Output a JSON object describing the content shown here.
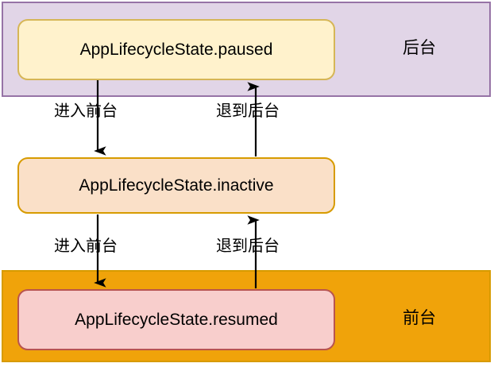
{
  "diagram": {
    "type": "state-transition-diagram",
    "lanes": [
      {
        "id": "background",
        "label": "后台",
        "fill": "#e1d5e7",
        "stroke": "#9673a6"
      },
      {
        "id": "foreground",
        "label": "前台",
        "fill": "#f0a30a",
        "stroke": "#d79b00"
      }
    ],
    "states": [
      {
        "id": "paused",
        "label": "AppLifecycleState.paused",
        "fill": "#fff2cc",
        "stroke": "#d6b656",
        "lane": "background"
      },
      {
        "id": "inactive",
        "label": "AppLifecycleState.inactive",
        "fill": "#fae0c8",
        "stroke": "#d79b00",
        "lane": "none"
      },
      {
        "id": "resumed",
        "label": "AppLifecycleState.resumed",
        "fill": "#f8cecc",
        "stroke": "#b85450",
        "lane": "foreground"
      }
    ],
    "transitions": [
      {
        "id": "paused-to-inactive",
        "label": "进入前台",
        "from": "paused",
        "to": "inactive",
        "direction": "down"
      },
      {
        "id": "inactive-to-paused",
        "label": "退到后台",
        "from": "inactive",
        "to": "paused",
        "direction": "up"
      },
      {
        "id": "inactive-to-resumed",
        "label": "进入前台",
        "from": "inactive",
        "to": "resumed",
        "direction": "down"
      },
      {
        "id": "resumed-to-inactive",
        "label": "退到后台",
        "from": "resumed",
        "to": "inactive",
        "direction": "up"
      }
    ],
    "colors": {
      "arrow": "#000000",
      "text": "#000000",
      "canvas": "#ffffff"
    }
  }
}
